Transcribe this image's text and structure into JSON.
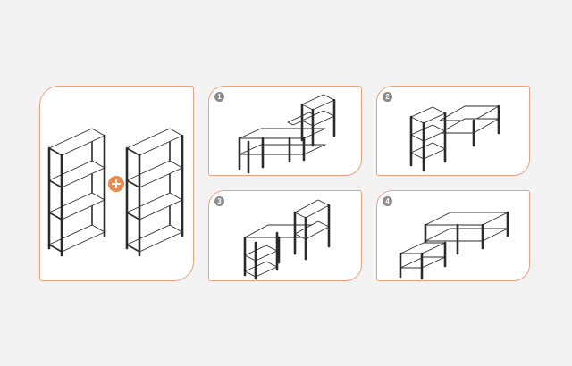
{
  "main": {
    "plus_symbol": "+",
    "icons": [
      "four-tier-shelf-unit",
      "four-tier-shelf-unit"
    ]
  },
  "options": [
    {
      "label": "1",
      "icon": "configuration-low-bench-with-top-tower"
    },
    {
      "label": "2",
      "icon": "configuration-tall-tower-with-bridge"
    },
    {
      "label": "3",
      "icon": "configuration-stepped-bench"
    },
    {
      "label": "4",
      "icon": "configuration-low-base-with-bridge"
    }
  ],
  "colors": {
    "background": "#f3f3f3",
    "panel_border": "#e9a27c",
    "accent": "#ef8a4c",
    "badge": "#8a8a8a",
    "line": "#2b2b2b"
  }
}
